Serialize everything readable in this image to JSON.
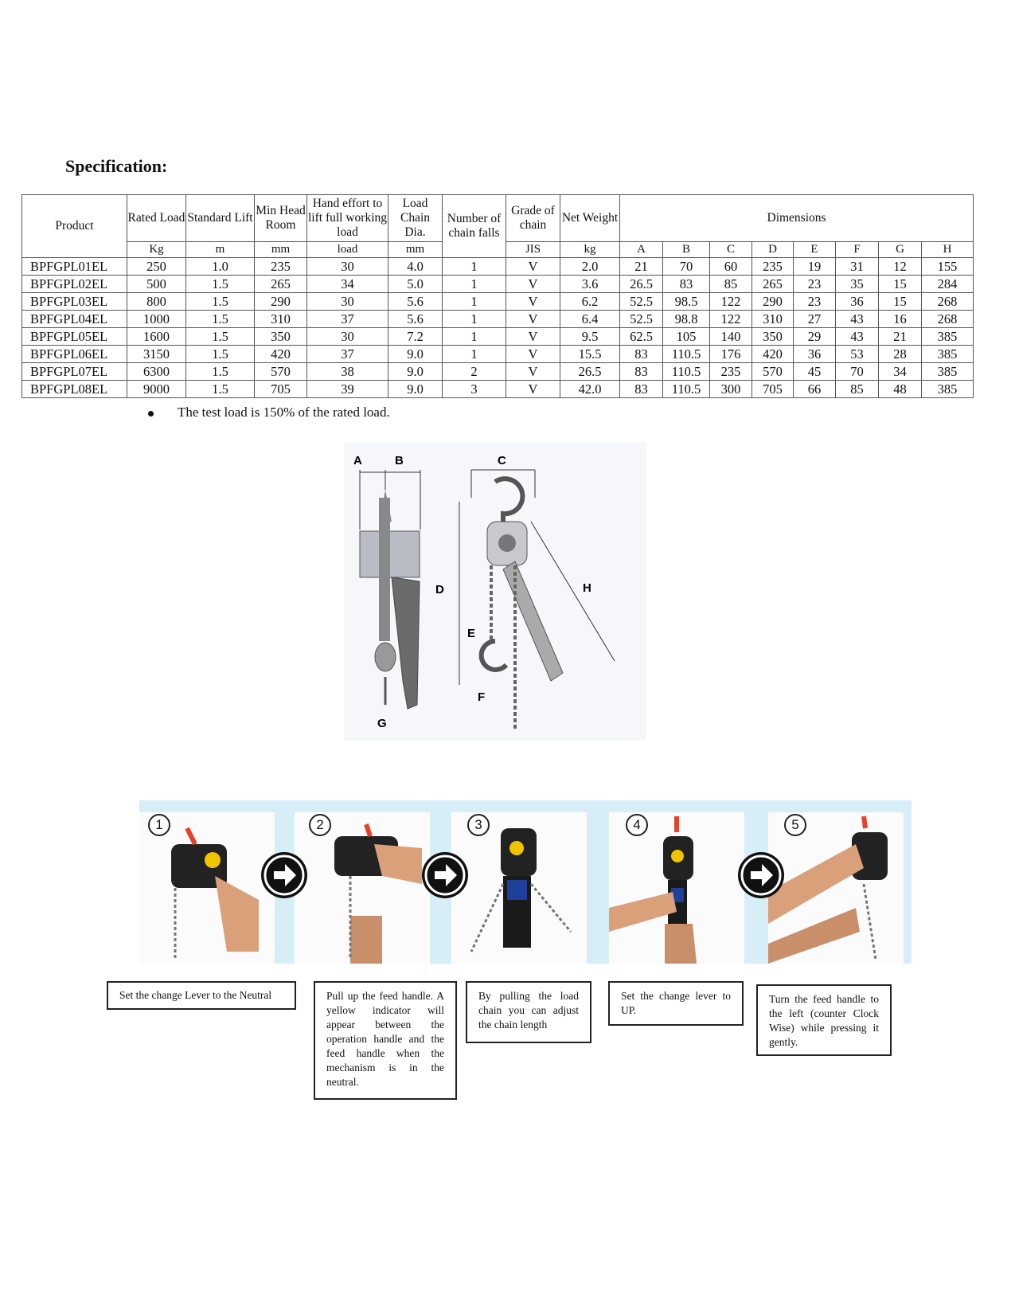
{
  "heading": "Specification:",
  "table": {
    "headers": {
      "product": "Product",
      "rated_load": "Rated Load",
      "standard_lift": "Standard Lift",
      "min_head_room": "Min Head Room",
      "hand_effort": "Hand effort to lift full working load",
      "load_chain_dia": "Load Chain Dia.",
      "chain_falls": "Number of chain falls",
      "grade": "Grade of chain",
      "net_weight": "Net Weight",
      "dimensions": "Dimensions"
    },
    "units": [
      "Kg",
      "m",
      "mm",
      "load",
      "mm",
      "JIS",
      "kg",
      "A",
      "B",
      "C",
      "D",
      "E",
      "F",
      "G",
      "H"
    ],
    "rows": [
      [
        "BPFGPL01EL",
        "250",
        "1.0",
        "235",
        "30",
        "4.0",
        "1",
        "V",
        "2.0",
        "21",
        "70",
        "60",
        "235",
        "19",
        "31",
        "12",
        "155"
      ],
      [
        "BPFGPL02EL",
        "500",
        "1.5",
        "265",
        "34",
        "5.0",
        "1",
        "V",
        "3.6",
        "26.5",
        "83",
        "85",
        "265",
        "23",
        "35",
        "15",
        "284"
      ],
      [
        "BPFGPL03EL",
        "800",
        "1.5",
        "290",
        "30",
        "5.6",
        "1",
        "V",
        "6.2",
        "52.5",
        "98.5",
        "122",
        "290",
        "23",
        "36",
        "15",
        "268"
      ],
      [
        "BPFGPL04EL",
        "1000",
        "1.5",
        "310",
        "37",
        "5.6",
        "1",
        "V",
        "6.4",
        "52.5",
        "98.8",
        "122",
        "310",
        "27",
        "43",
        "16",
        "268"
      ],
      [
        "BPFGPL05EL",
        "1600",
        "1.5",
        "350",
        "30",
        "7.2",
        "1",
        "V",
        "9.5",
        "62.5",
        "105",
        "140",
        "350",
        "29",
        "43",
        "21",
        "385"
      ],
      [
        "BPFGPL06EL",
        "3150",
        "1.5",
        "420",
        "37",
        "9.0",
        "1",
        "V",
        "15.5",
        "83",
        "110.5",
        "176",
        "420",
        "36",
        "53",
        "28",
        "385"
      ],
      [
        "BPFGPL07EL",
        "6300",
        "1.5",
        "570",
        "38",
        "9.0",
        "2",
        "V",
        "26.5",
        "83",
        "110.5",
        "235",
        "570",
        "45",
        "70",
        "34",
        "385"
      ],
      [
        "BPFGPL08EL",
        "9000",
        "1.5",
        "705",
        "39",
        "9.0",
        "3",
        "V",
        "42.0",
        "83",
        "110.5",
        "300",
        "705",
        "66",
        "85",
        "48",
        "385"
      ]
    ]
  },
  "note": "The test load is 150% of the rated load.",
  "diagram_labels": {
    "A": "A",
    "B": "B",
    "C": "C",
    "D": "D",
    "E": "E",
    "F": "F",
    "G": "G",
    "H": "H"
  },
  "steps": [
    {
      "number": "1",
      "text": "Set the change Lever to the Neutral"
    },
    {
      "number": "2",
      "text": "Pull up the feed handle. A yellow indicator will appear between the operation handle and the feed handle when the mechanism is in the neutral."
    },
    {
      "number": "3",
      "text": "By pulling the load chain you can adjust the chain length"
    },
    {
      "number": "4",
      "text": "Set the change lever to UP."
    },
    {
      "number": "5",
      "text": "Turn the feed handle to the left (counter Clock Wise) while pressing it gently."
    }
  ]
}
